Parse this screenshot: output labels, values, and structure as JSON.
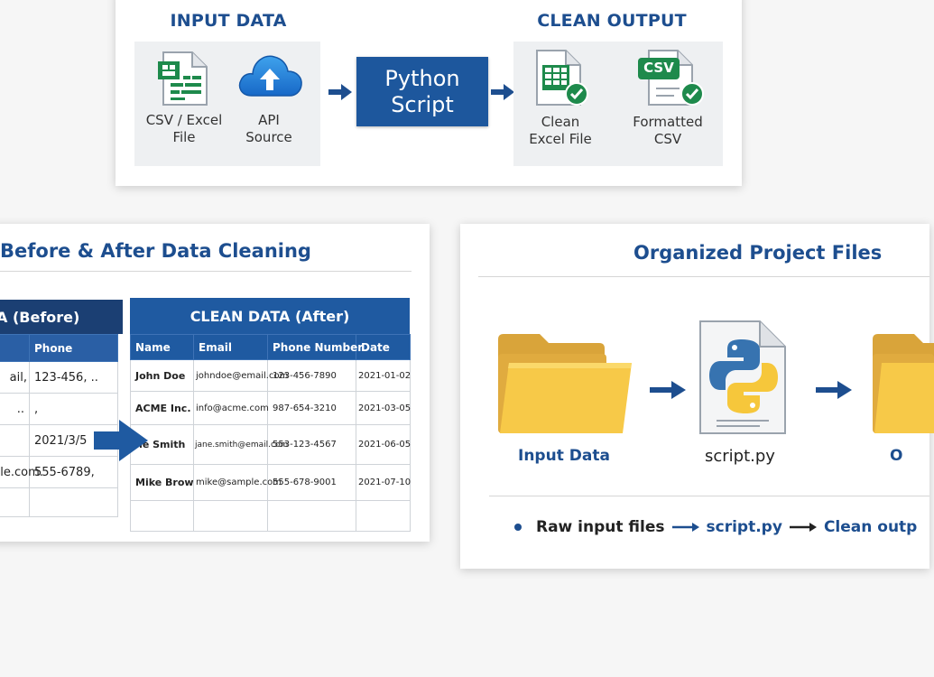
{
  "pipeline": {
    "input_title": "INPUT DATA",
    "output_title": "CLEAN OUTPUT",
    "input_items": [
      {
        "label_line1": "CSV / Excel",
        "label_line2": "File",
        "icon": "spreadsheet-file-icon"
      },
      {
        "label_line1": "API",
        "label_line2": "Source",
        "icon": "cloud-upload-icon"
      }
    ],
    "script_line1": "Python",
    "script_line2": "Script",
    "output_items": [
      {
        "label_line1": "Clean",
        "label_line2": "Excel File",
        "icon": "excel-check-icon"
      },
      {
        "label_line1": "Formatted",
        "label_line2": "CSV",
        "icon": "csv-check-icon",
        "badge": "CSV"
      }
    ],
    "colors": {
      "brand_blue": "#1d579d",
      "title_blue": "#1d4e8f",
      "excel_green": "#1e8a4c"
    }
  },
  "before_after": {
    "title": "Before & After Data Cleaning",
    "before": {
      "header": "A (Before)",
      "columns": [
        "",
        "Phone"
      ],
      "rows": [
        [
          "ail,",
          "123-456, .."
        ],
        [
          "..",
          ","
        ],
        [
          "",
          "2021/3/5"
        ],
        [
          "ple.com.",
          "555-6789,"
        ],
        [
          "",
          ""
        ]
      ]
    },
    "after": {
      "header": "CLEAN DATA (After)",
      "columns": [
        "Name",
        "Email",
        "Phone Number",
        "Date"
      ],
      "rows": [
        [
          "John Doe",
          "johndoe@email.com",
          "123-456-7890",
          "2021-01-02"
        ],
        [
          "ACME Inc.",
          "info@acme.com",
          "987-654-3210",
          "2021-03-05"
        ],
        [
          "ne Smith",
          "jane.smith@email.com",
          "553-123-4567",
          "2021-06-05"
        ],
        [
          "Mike Brow",
          "mike@sample.com",
          "555-678-9001",
          "2021-07-10"
        ],
        [
          "",
          "",
          "",
          ""
        ]
      ]
    }
  },
  "project": {
    "title": "Organized Project Files",
    "items": [
      {
        "label": "Input Data",
        "icon": "folder-icon"
      },
      {
        "label": "script.py",
        "icon": "python-file-icon"
      },
      {
        "label": "O",
        "icon": "folder-icon"
      }
    ],
    "flow": {
      "step1": "Raw input files",
      "step2": "script.py",
      "step3": "Clean outp"
    }
  }
}
